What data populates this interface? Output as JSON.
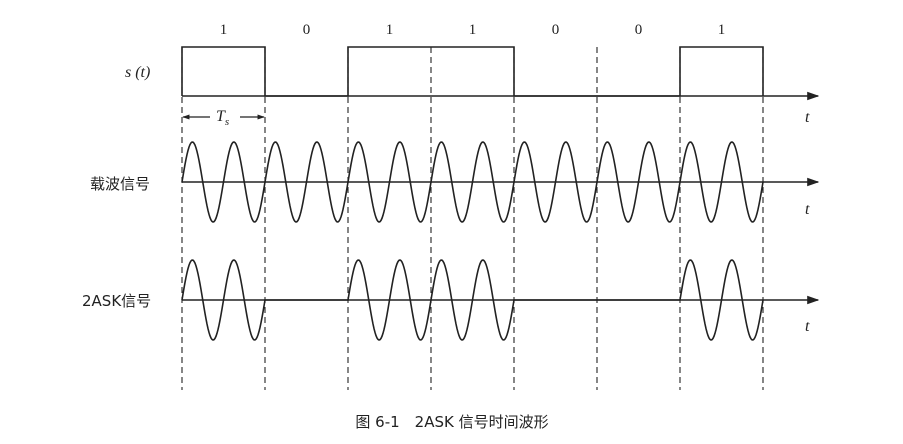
{
  "labels": {
    "signal": "s (t)",
    "carrier": "载波信号",
    "ask": "2ASK信号",
    "period": "T",
    "period_sub": "s",
    "time_axis": "t"
  },
  "bits": [
    "1",
    "0",
    "1",
    "1",
    "0",
    "0",
    "1"
  ],
  "caption": "图 6-1　2ASK 信号时间波形",
  "colors": {
    "ink": "#222222",
    "background": "#ffffff"
  }
}
